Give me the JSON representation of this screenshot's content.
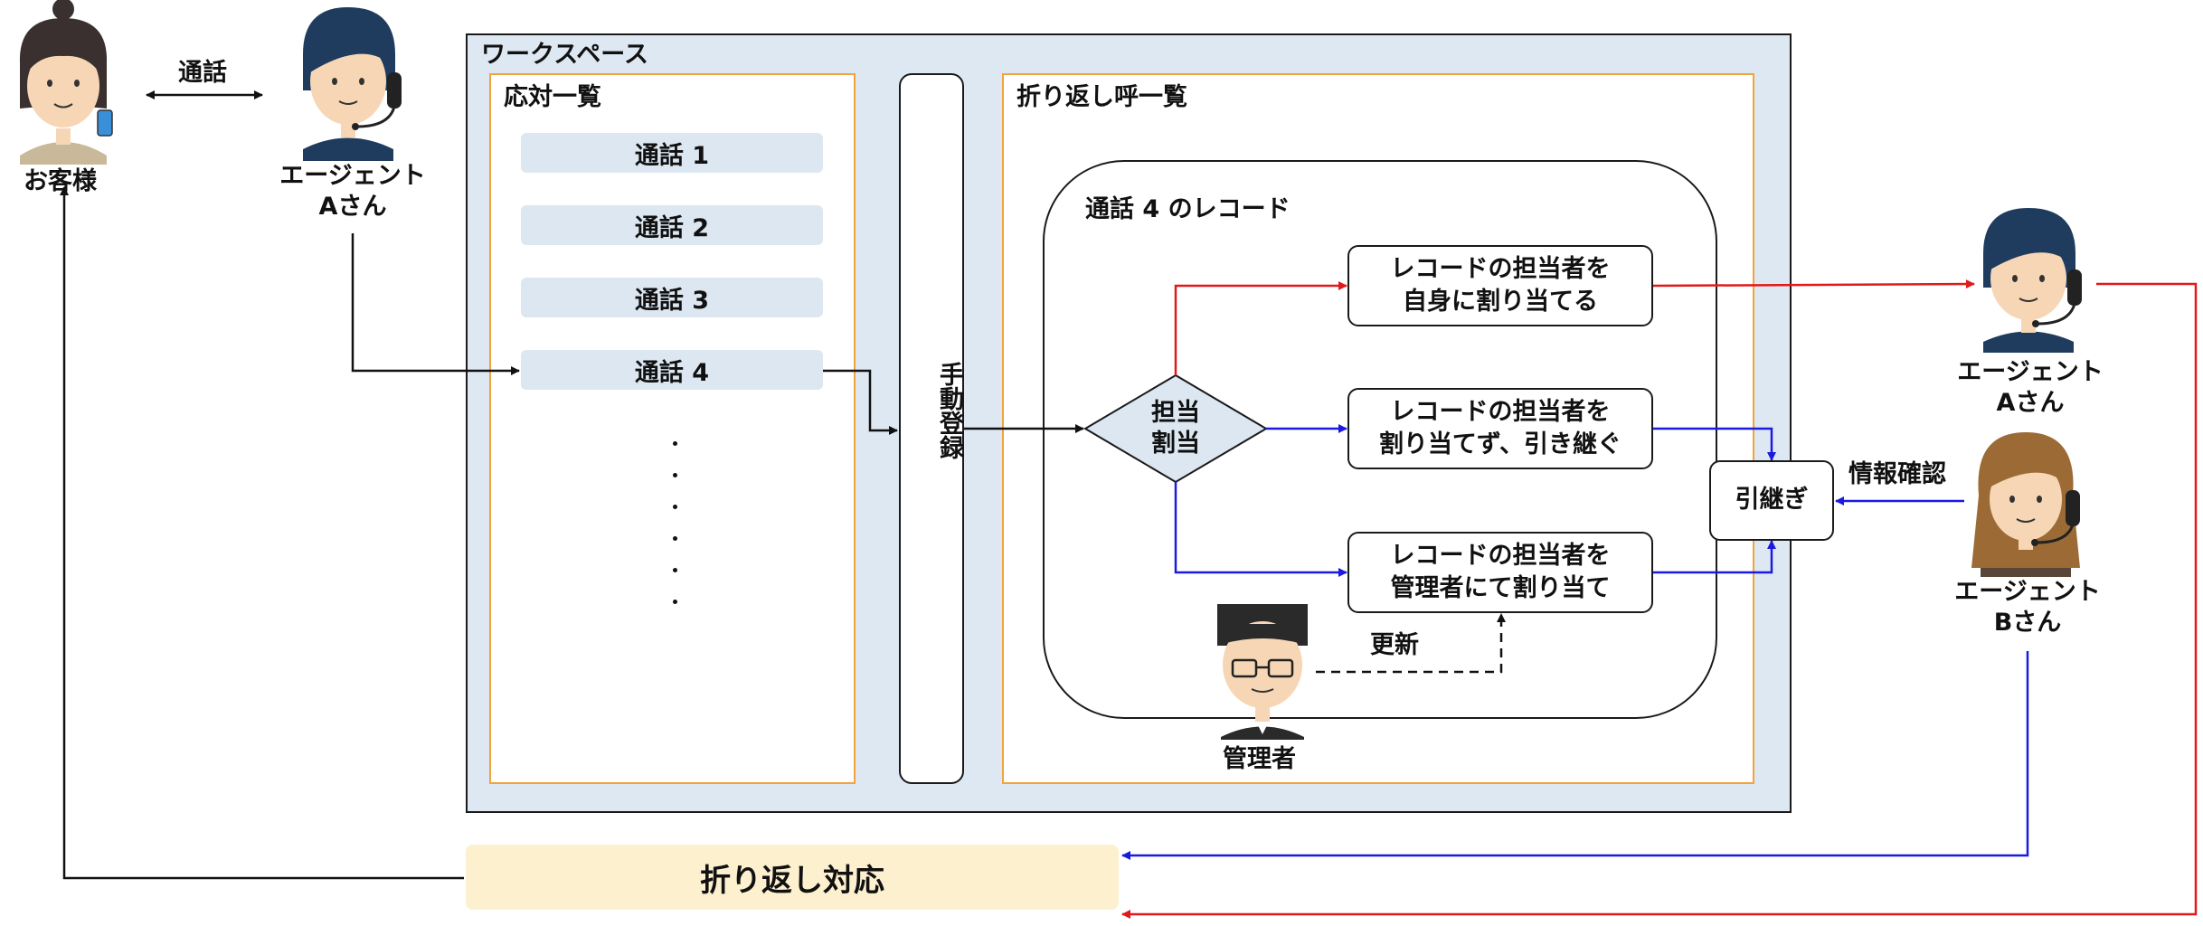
{
  "customer": {
    "label": "お客様"
  },
  "call_link": {
    "label": "通話"
  },
  "agent_a_left": {
    "line1": "エージェント",
    "line2": "Aさん"
  },
  "workspace": {
    "title": "ワークスペース"
  },
  "response_list": {
    "title": "応対一覧",
    "items": [
      "通話 1",
      "通話 2",
      "通話 3",
      "通話 4"
    ]
  },
  "manual_registration": {
    "label": "手動登録"
  },
  "callback_list": {
    "title": "折り返し呼一覧"
  },
  "record": {
    "title": "通話 4 のレコード"
  },
  "decision": {
    "line1": "担当",
    "line2": "割当"
  },
  "options": [
    {
      "line1": "レコードの担当者を",
      "line2": "自身に割り当てる"
    },
    {
      "line1": "レコードの担当者を",
      "line2": "割り当てず、引き継ぐ"
    },
    {
      "line1": "レコードの担当者を",
      "line2": "管理者にて割り当て"
    }
  ],
  "handover": {
    "label": "引継ぎ"
  },
  "update": {
    "label": "更新"
  },
  "manager": {
    "label": "管理者"
  },
  "agent_a_right": {
    "line1": "エージェント",
    "line2": "Aさん"
  },
  "info_check": {
    "label": "情報確認"
  },
  "agent_b": {
    "line1": "エージェント",
    "line2": "Bさん"
  },
  "callback_action": {
    "label": "折り返し対応"
  },
  "colors": {
    "red": "#e01a1a",
    "blue": "#1a1ae0",
    "black": "#111111",
    "orange": "#f2a33a",
    "workspace_bg": "#dee8f3",
    "callback_bg": "#fdf0cf"
  }
}
